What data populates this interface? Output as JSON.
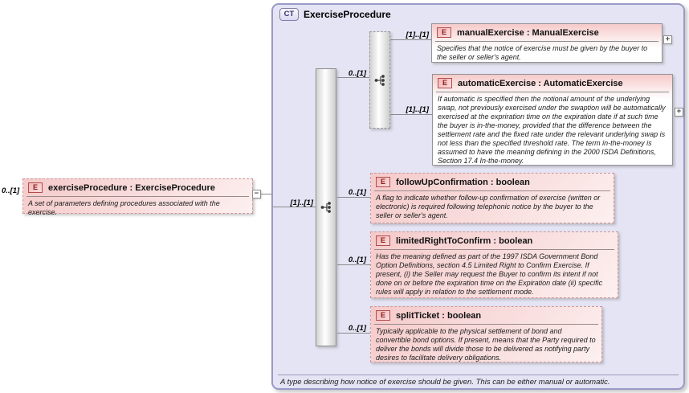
{
  "rootElement": {
    "cardinality": "0..[1]",
    "badge": "E",
    "title": "exerciseProcedure : ExerciseProcedure",
    "annotation": "A set of parameters defining procedures associated with the exercise."
  },
  "complexType": {
    "badge": "CT",
    "name": "ExerciseProcedure",
    "annotation": "A type describing how notice of exercise should be given. This can be either manual or automatic.",
    "sequence_cardinality": "[1]..[1]",
    "choice_cardinality": "0..[1]"
  },
  "glyphs": {
    "collapse": "−",
    "expand": "+"
  },
  "elements": [
    {
      "name": "manualExercise",
      "badge": "E",
      "cardinality": "[1]..[1]",
      "title": "manualExercise : ManualExercise",
      "annotation": "Specifies that the notice of exercise must be given by the buyer to the seller or seller's agent.",
      "expandable": true
    },
    {
      "name": "automaticExercise",
      "badge": "E",
      "cardinality": "[1]..[1]",
      "title": "automaticExercise : AutomaticExercise",
      "annotation": "If automatic is specified then the notional amount of the underlying swap, not previously exercised under the swaption will be automatically exercised at the expriration time on the expiration date if at such time the buyer is in-the-money, provided that the difference between the settlement rate and the fixed rate under the relevant underlying swap is not less than the specified threshold rate. The term in-the-money is assumed to have the meaning defining in the 2000 ISDA Definitions, Section 17.4 In-the-money.",
      "expandable": true
    },
    {
      "name": "followUpConfirmation",
      "badge": "E",
      "cardinality": "0..[1]",
      "title": "followUpConfirmation : boolean",
      "annotation": "A flag to indicate whether follow-up confirmation of exercise (written or electronic) is required following telephonic notice by the buyer to the seller or seller's agent.",
      "expandable": false
    },
    {
      "name": "limitedRightToConfirm",
      "badge": "E",
      "cardinality": "0..[1]",
      "title": "limitedRightToConfirm : boolean",
      "annotation": "Has the meaning defined as part of the 1997 ISDA Government Bond Option Definitions, section 4.5 Limited Right to Confirm Exercise. If present, (i) the Seller may request the Buyer to confirm its intent if not done on or before the expiration time on the Expiration date (ii) specific rules will apply in relation to the settlement mode.",
      "expandable": false
    },
    {
      "name": "splitTicket",
      "badge": "E",
      "cardinality": "0..[1]",
      "title": "splitTicket : boolean",
      "annotation": "Typically applicable to the physical settlement of bond and convertible bond options. If present, means that the Party required to deliver the bonds will divide those to be delivered as notifying party desires to facilitate delivery obligations.",
      "expandable": false
    }
  ],
  "colors": {
    "elementFill": "#f8d6d6",
    "elementBorder": "#cc9999",
    "badgeBorder": "#b34d4d",
    "badgeText": "#8c1a1a",
    "containerFill": "#e4e4f4",
    "containerBorder": "#9a9ac8"
  }
}
